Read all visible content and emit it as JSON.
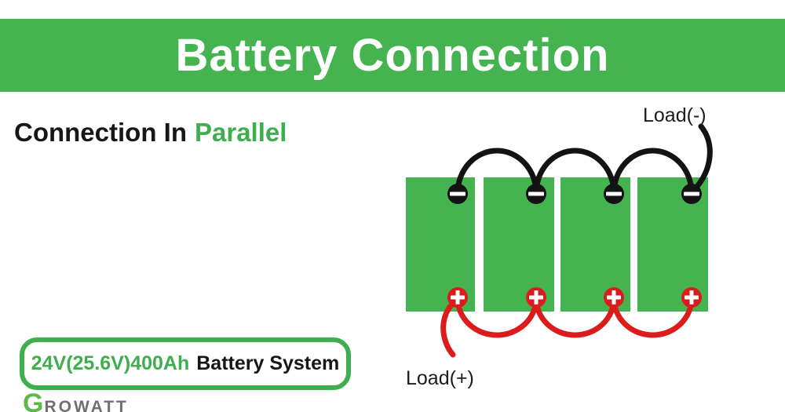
{
  "banner": {
    "title": "Battery Connection"
  },
  "heading": {
    "text": "Connection In",
    "highlight": "Parallel"
  },
  "diagram": {
    "battery_count": 4,
    "load_negative_label": "Load(-)",
    "load_positive_label": "Load(+)",
    "negative_terminal_glyph": "minus",
    "positive_terminal_glyph": "plus"
  },
  "system_box": {
    "spec": "24V(25.6V)400Ah",
    "label": "Battery System"
  },
  "logo": {
    "initial": "G",
    "rest": "ROWATT"
  },
  "colors": {
    "green_main": "#45b450",
    "green_accent": "#3fae4e",
    "wire_black": "#131313",
    "wire_red": "#dc1c1c",
    "logo_green": "#5cb947",
    "logo_gray": "#6f6f6f"
  }
}
